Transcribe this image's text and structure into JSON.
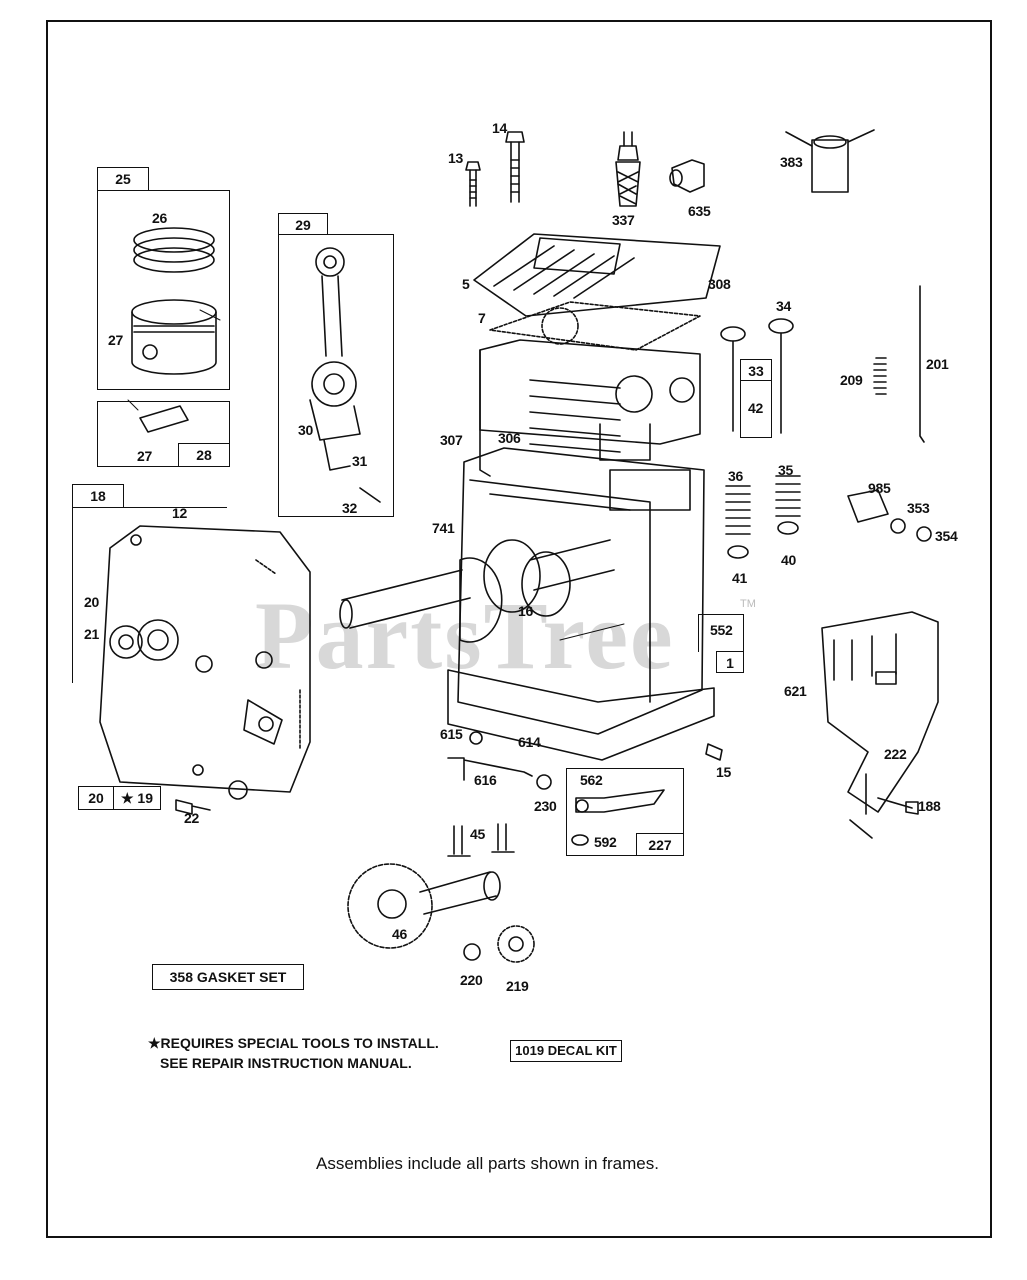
{
  "watermark": {
    "text": "PartsTree",
    "tm": "TM"
  },
  "notes": {
    "special_tools_line1": "★REQUIRES SPECIAL TOOLS TO INSTALL.",
    "special_tools_line2": "SEE REPAIR INSTRUCTION MANUAL.",
    "gasket_set": "358  GASKET SET",
    "decal_kit": "1019 DECAL KIT",
    "footer": "Assemblies include all parts shown in frames."
  },
  "frames": {
    "f25": "25",
    "f29": "29",
    "f28": "28",
    "f18": "18",
    "f33": "33",
    "f1": "1",
    "f227": "227",
    "f20": "20",
    "f19": "★ 19"
  },
  "parts": {
    "p13": "13",
    "p14": "14",
    "p337": "337",
    "p635": "635",
    "p383": "383",
    "p26": "26",
    "p27a": "27",
    "p27b": "27",
    "p30": "30",
    "p31": "31",
    "p32": "32",
    "p5": "5",
    "p308": "308",
    "p7": "7",
    "p34": "34",
    "p209": "209",
    "p201": "201",
    "p42": "42",
    "p307": "307",
    "p306": "306",
    "p12": "12",
    "p741": "741",
    "p36": "36",
    "p35": "35",
    "p985": "985",
    "p353": "353",
    "p354": "354",
    "p41": "41",
    "p40": "40",
    "p20": "20",
    "p21": "21",
    "p16": "16",
    "p552": "552",
    "p621": "621",
    "p222": "222",
    "p188": "188",
    "p615": "615",
    "p614": "614",
    "p616": "616",
    "p230": "230",
    "p15": "15",
    "p562": "562",
    "p592": "592",
    "p22": "22",
    "p45": "45",
    "p46": "46",
    "p220": "220",
    "p219": "219"
  }
}
